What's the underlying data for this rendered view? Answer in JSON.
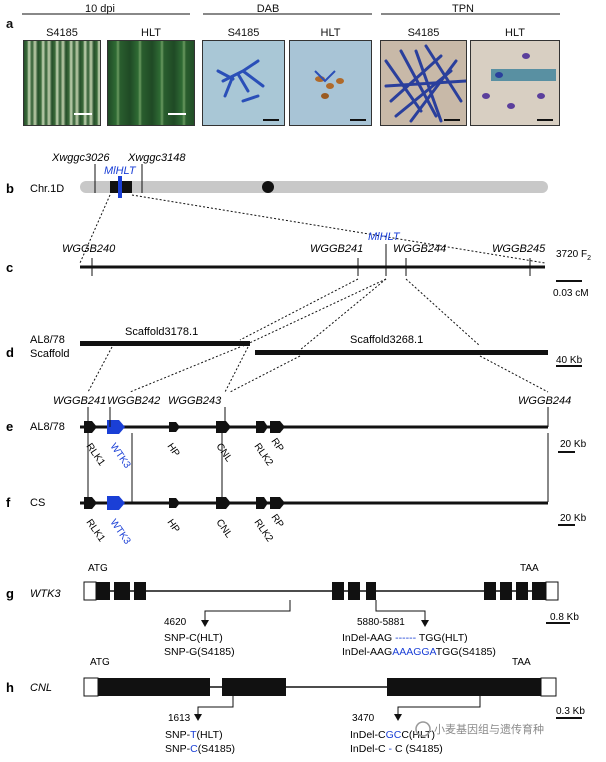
{
  "panel_a": {
    "letter": "a",
    "groups": [
      {
        "title": "10 dpi",
        "images": [
          "S4185",
          "HLT"
        ]
      },
      {
        "title": "DAB",
        "images": [
          "S4185",
          "HLT"
        ]
      },
      {
        "title": "TPN",
        "images": [
          "S4185",
          "HLT"
        ]
      }
    ]
  },
  "panel_b": {
    "letter": "b",
    "chrom": "Chr.1D",
    "markers": [
      "Xwggc3026",
      "Xwggc3148"
    ],
    "gene": "MlHLT"
  },
  "panel_c": {
    "letter": "c",
    "markers": [
      "WGGB240",
      "WGGB241",
      "WGGB244",
      "WGGB245"
    ],
    "gene": "MlHLT",
    "population": "3720 F",
    "population_sub": "2",
    "scale": "0.03 cM"
  },
  "panel_d": {
    "letter": "d",
    "label1": "AL8/78",
    "label2": "Scaffold",
    "scaffolds": [
      "Scaffold3178.1",
      "Scaffold3268.1"
    ],
    "scale": "40 Kb"
  },
  "panel_e": {
    "letter": "e",
    "label": "AL8/78",
    "markers": [
      "WGGB241",
      "WGGB242",
      "WGGB243",
      "WGGB244"
    ],
    "genes": [
      "RLK1",
      "WTK3",
      "HP",
      "CNL",
      "RLK2",
      "RP"
    ],
    "scale": "20 Kb"
  },
  "panel_f": {
    "letter": "f",
    "label": "CS",
    "genes": [
      "RLK1",
      "WTK3",
      "HP",
      "CNL",
      "RLK2",
      "RP"
    ],
    "scale": "20 Kb"
  },
  "panel_g": {
    "letter": "g",
    "gene": "WTK3",
    "start": "ATG",
    "stop": "TAA",
    "pos1": "4620",
    "snp1": "SNP-C(HLT)",
    "snp2": "SNP-G(S4185)",
    "pos2": "5880-5881",
    "indel1_pre": "InDel-AAG",
    "indel1_gap": " ------ ",
    "indel1_post": "TGG(HLT)",
    "indel2_pre": "InDel-AAG",
    "indel2_ins": "AAAGGA",
    "indel2_post": "TGG(S4185)",
    "scale": "0.8 Kb"
  },
  "panel_h": {
    "letter": "h",
    "gene": "CNL",
    "start": "ATG",
    "stop": "TAA",
    "pos1": "1613",
    "snp1_pre": "SNP-",
    "snp1_base": "T",
    "snp1_post": "(HLT)",
    "snp2_pre": "SNP-",
    "snp2_base": "C",
    "snp2_post": "(S4185)",
    "pos2": "3470",
    "indel1_pre": "InDel-C",
    "indel1_ins": "GC",
    "indel1_post": "C(HLT)",
    "indel2_pre": "InDel-C",
    "indel2_gap": " - ",
    "indel2_post": "C (S4185)",
    "scale": "0.3 Kb"
  },
  "watermark": "小麦基因组与遗传育种",
  "colors": {
    "blue": "#1a3fd6",
    "grey_chrom": "#c8c8c8",
    "leaf_dark": "#1f4a25",
    "leaf_mid": "#2f6b34",
    "micro_bg": "#a8c6d4",
    "micro_blue": "#2a4fb8",
    "brown": "#b06a2a"
  }
}
